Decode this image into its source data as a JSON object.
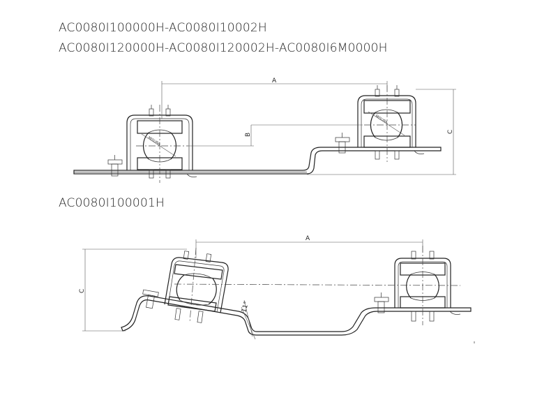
{
  "codes": {
    "line1": "AC0080I100000H-AC0080I10002H",
    "line2": "AC0080I120000H-AC0080I120002H-AC0080I6M0000H",
    "line3": "AC0080I100001H"
  },
  "dimensions": {
    "a_top": "A",
    "b_top": "B",
    "c_top": "C",
    "a_bottom": "A",
    "c_bottom": "C",
    "angle": "11°"
  },
  "clamp_labels": {
    "left_top": "MISURA",
    "right_top": "MISURA"
  }
}
